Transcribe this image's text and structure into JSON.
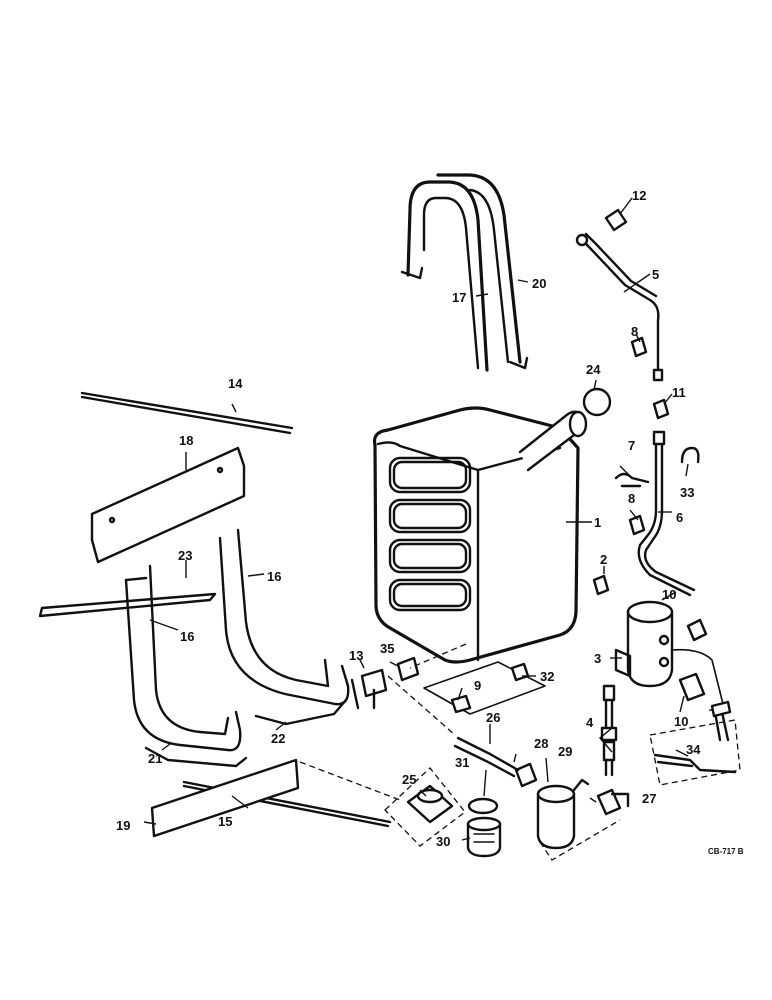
{
  "diagram_code": "CB-717 B",
  "callouts": {
    "c1": "1",
    "c2": "2",
    "c3": "3",
    "c4": "4",
    "c5": "5",
    "c6": "6",
    "c7": "7",
    "c8a": "8",
    "c8b": "8",
    "c9": "9",
    "c10a": "10",
    "c10b": "10",
    "c11": "11",
    "c12": "12",
    "c13": "13",
    "c14": "14",
    "c15": "15",
    "c16a": "16",
    "c16b": "16",
    "c17": "17",
    "c18": "18",
    "c19": "19",
    "c20": "20",
    "c21": "21",
    "c22": "22",
    "c23": "23",
    "c24": "24",
    "c25": "25",
    "c26": "26",
    "c27": "27",
    "c28": "28",
    "c29": "29",
    "c30": "30",
    "c31": "31",
    "c32": "32",
    "c33": "33",
    "c34": "34",
    "c35": "35"
  }
}
